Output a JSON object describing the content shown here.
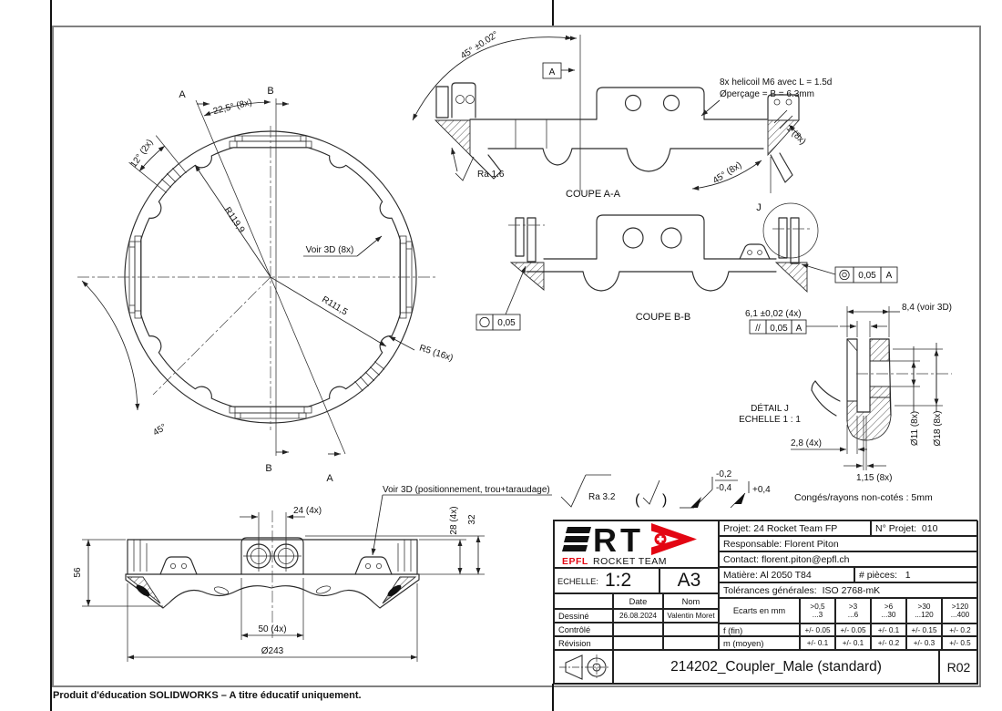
{
  "sheet": {
    "footer_note": "Produit d'éducation SOLIDWORKS – A titre éducatif uniquement."
  },
  "front_view": {
    "section_a_label": "A",
    "section_b_label": "B",
    "dim_angle_225": "22,5° (8x)",
    "dim_angle_12": "12° (2x)",
    "dim_r119": "R119,9",
    "dim_r111": "R111,5",
    "dim_r5": "R5 (16x)",
    "dim_angle_45": "45°",
    "note_voir_3d": "Voir 3D (8x)"
  },
  "coupe_aa": {
    "caption": "COUPE A-A",
    "dim_45_tol": "45° ±0.02°",
    "datum_box": "A",
    "helicoil_line1": "8x helicoil M6 avec L = 1.5d",
    "helicoil_line2": "Øperçage = B = 6.3mm",
    "dim_1_8x": "1 (8x)",
    "dim_45_8x": "45° (8x)",
    "surface_ra": "Ra 1.6"
  },
  "coupe_bb": {
    "caption": "COUPE B-B",
    "detail_circle_label": "J",
    "concentricity_value": "0,05",
    "concentricity_datum": "A",
    "circularity_value": "0,05"
  },
  "detail_j": {
    "caption_line1": "DÉTAIL J",
    "caption_line2": "ECHELLE 1 : 1",
    "dim_slot": "6,1 ±0,02 (4x)",
    "parallelism_symbol": "//",
    "parallelism_value": "0,05",
    "parallelism_datum": "A",
    "dim_84": "8,4 (voir 3D)",
    "dim_d11": "Ø11 (8x)",
    "dim_d18": "Ø18 (8x)",
    "dim_28": "2,8 (4x)",
    "dim_115": "1,15 (8x)"
  },
  "side_view": {
    "note_voir_3d": "Voir 3D (positionnement, trou+taraudage)",
    "dim_24": "24 (4x)",
    "dim_56": "56",
    "dim_28": "28 (4x)",
    "dim_32": "32",
    "dim_50": "50 (4x)",
    "dim_d243": "Ø243"
  },
  "notes": {
    "surface_global": "Ra 3.2",
    "chamfer_minus_top": "-0,2",
    "chamfer_minus_bottom": "-0,4",
    "chamfer_plus": "+0,4",
    "fillet_note": "Congés/rayons non-cotés : 5mm"
  },
  "title_block": {
    "logo_epfl": "EPFL",
    "logo_team": "ROCKET TEAM",
    "echelle_label": "ECHELLE:",
    "echelle_value": "1:2",
    "sheet_format": "A3",
    "projet_label": "Projet:",
    "projet_value": "24 Rocket Team FP",
    "num_projet_label": "N° Projet:",
    "num_projet_value": "010",
    "responsable": "Responsable: Florent Piton",
    "contact": "Contact: florent.piton@epfl.ch",
    "matiere": "Matière: Al 2050 T84",
    "pieces_label": "# pièces:",
    "pieces_value": "1",
    "tolerances_label": "Tolérances générales:",
    "tolerances_value": "ISO 2768-mK",
    "col_date": "Date",
    "col_nom": "Nom",
    "sign_rows": [
      {
        "label": "Dessiné",
        "date": "26.08.2024",
        "nom": "Valentin Moret"
      },
      {
        "label": "Contrôlé",
        "date": "",
        "nom": ""
      },
      {
        "label": "Révision",
        "date": "",
        "nom": ""
      }
    ],
    "ecarts_label": "Ecarts en mm",
    "range_top": [
      ">0,5",
      ">3",
      ">6",
      ">30",
      ">120"
    ],
    "range_bottom": [
      "...3",
      "...6",
      "...30",
      "...120",
      "...400"
    ],
    "f_label": "f (fin)",
    "f_values": [
      "+/- 0.05",
      "+/- 0.05",
      "+/- 0.1",
      "+/- 0.15",
      "+/- 0.2"
    ],
    "m_label": "m (moyen)",
    "m_values": [
      "+/- 0.1",
      "+/- 0.1",
      "+/- 0.2",
      "+/- 0.3",
      "+/- 0.5"
    ],
    "part_title": "214202_Coupler_Male (standard)",
    "revision": "R02"
  }
}
